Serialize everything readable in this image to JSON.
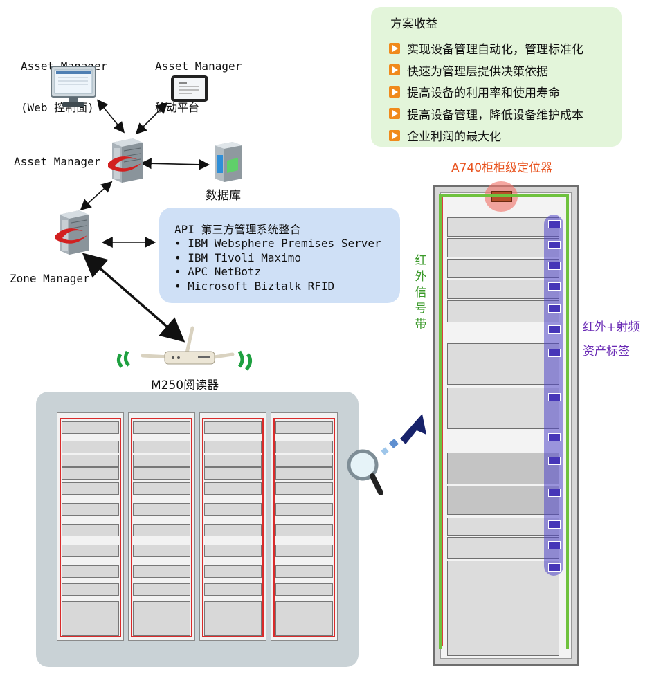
{
  "labels": {
    "web_console_1": "Asset Manager",
    "web_console_2": "(Web 控制面)",
    "mobile_1": "Asset Manager",
    "mobile_2": "移动平台",
    "asset_manager": "Asset Manager",
    "database": "数据库",
    "zone_manager": "Zone Manager",
    "reader": "M250阅读器",
    "locator": "A740柜柜级定位器",
    "ir_band": "红外信号带",
    "tag_1": "红外+射频",
    "tag_2": "资产标签"
  },
  "benefits": {
    "title": "方案收益",
    "items": [
      "实现设备管理自动化，管理标准化",
      "快速为管理层提供决策依据",
      "提高设备的利用率和使用寿命",
      "提高设备管理，降低设备维护成本",
      "企业利润的最大化"
    ]
  },
  "api": {
    "title": "API 第三方管理系统整合",
    "items": [
      "IBM Websphere Premises Server",
      "IBM Tivoli Maximo",
      "APC NetBotz",
      "Microsoft Biztalk RFID"
    ]
  },
  "icons": [
    "monitor-icon",
    "tablet-icon",
    "server-icon",
    "database-server-icon",
    "router-icon",
    "magnifier-icon",
    "arrow-icon"
  ],
  "colors": {
    "benefits_bg": "#e3f5da",
    "api_bg": "#cfe0f6",
    "bullet": "#f08a1c",
    "locator_text": "#e8531f",
    "ir_text": "#3b9a2a",
    "tag_text": "#6a2bb5",
    "tag_band": "#5046c8"
  }
}
